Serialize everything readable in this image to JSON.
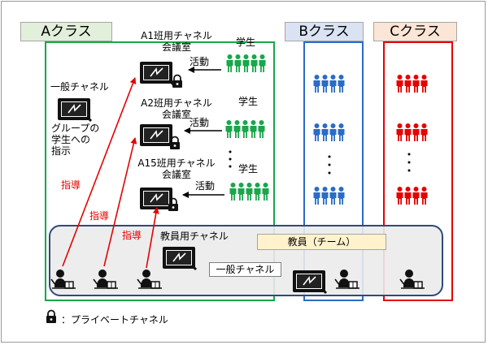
{
  "headers": {
    "a_class": "Aクラス",
    "b_class": "Bクラス",
    "c_class": "Cクラス"
  },
  "a_class": {
    "general_channel": {
      "label": "一般チャネル"
    },
    "instruction_note": "グループの\n学生への\n指示",
    "groups": [
      {
        "channel_label": "A1班用チャネル\n会議室",
        "activity_label": "活動",
        "students_label": "学生"
      },
      {
        "channel_label": "A2班用チャネル\n会議室",
        "activity_label": "活動",
        "students_label": "学生"
      },
      {
        "channel_label": "A15班用チャネル\n会議室",
        "activity_label": "活動",
        "students_label": "学生"
      }
    ],
    "instruction_labels": [
      "指導",
      "指導",
      "指導"
    ]
  },
  "team": {
    "label": "教員（チーム）",
    "teacher_channel_label": "教員用チャネル",
    "general_channel_label": "一般チャネル"
  },
  "legend": {
    "text": "：プライベートチャネル"
  },
  "colors": {
    "a_class": "#1aa64a",
    "b_class": "#2b6cc4",
    "c_class": "#e60000",
    "team_box": "#2f4a7a",
    "team_fill": "#ebebeb",
    "label_fill": "#fff2cc",
    "arrow": "#e60000",
    "header_a_fill": "#e2efda",
    "header_b_fill": "#dae3f3",
    "header_c_fill": "#fbe5d6"
  }
}
